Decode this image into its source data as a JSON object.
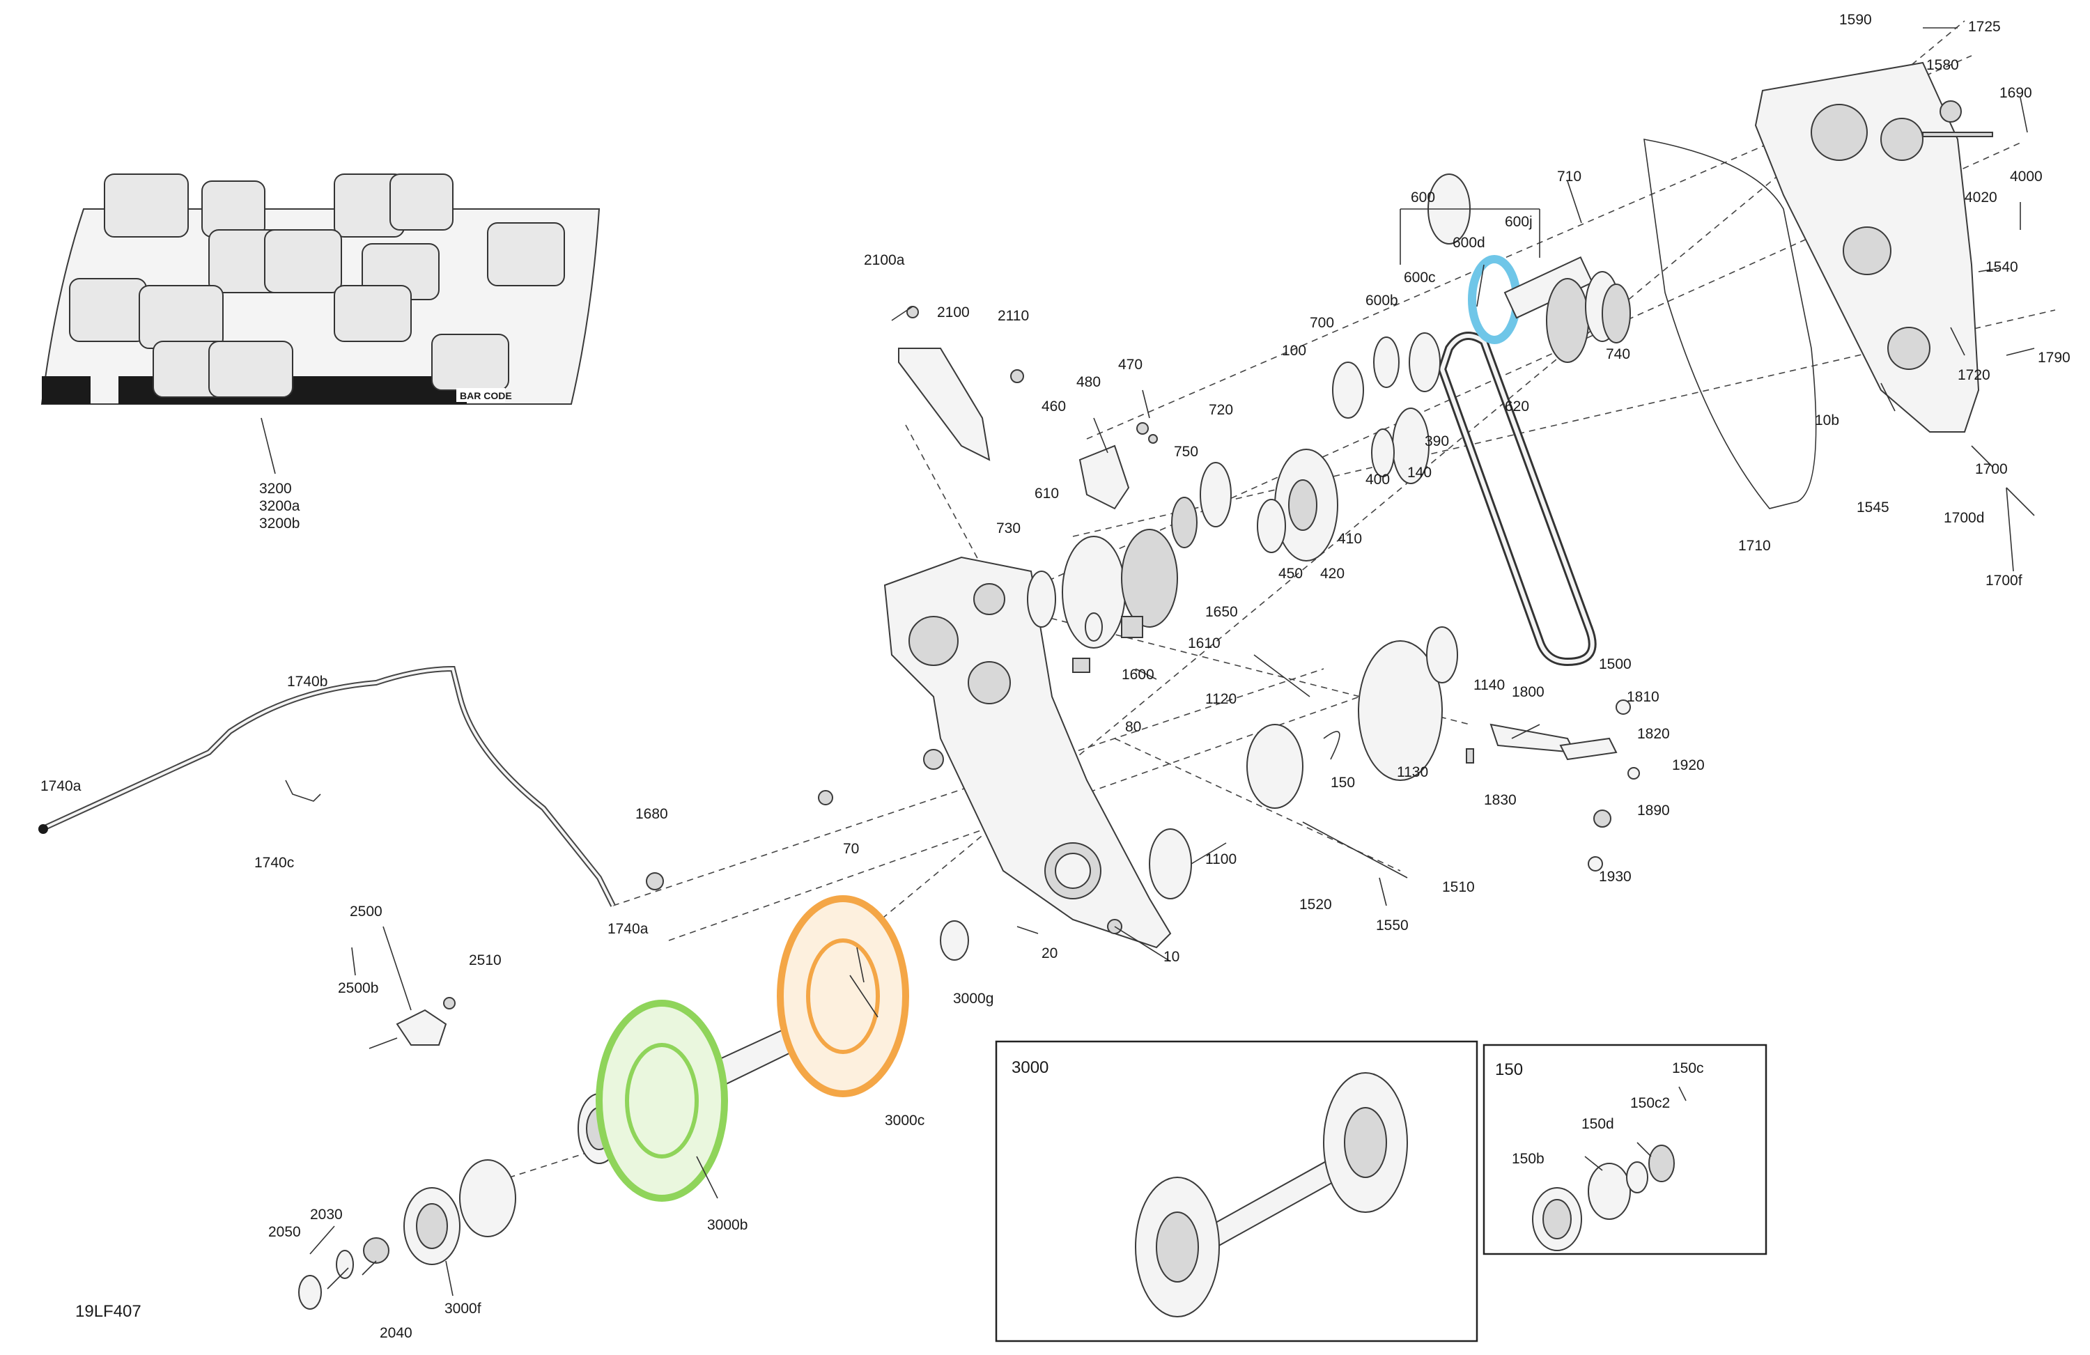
{
  "figure_id": "19LF407",
  "colors": {
    "highlight_green": "#8fd45a",
    "highlight_orange": "#f4a646",
    "highlight_blue": "#6fc6e8"
  },
  "callouts": [
    {
      "key": "c1590",
      "text": "1590"
    },
    {
      "key": "c1725",
      "text": "1725"
    },
    {
      "key": "c1580",
      "text": "1580"
    },
    {
      "key": "c1690",
      "text": "1690"
    },
    {
      "key": "c4000",
      "text": "4000"
    },
    {
      "key": "c4020",
      "text": "4020"
    },
    {
      "key": "c1540",
      "text": "1540"
    },
    {
      "key": "c1790",
      "text": "1790"
    },
    {
      "key": "c1720",
      "text": "1720"
    },
    {
      "key": "c10b",
      "text": "10b"
    },
    {
      "key": "c1700",
      "text": "1700"
    },
    {
      "key": "c1545",
      "text": "1545"
    },
    {
      "key": "c1700d",
      "text": "1700d"
    },
    {
      "key": "c1700f",
      "text": "1700f"
    },
    {
      "key": "c1710",
      "text": "1710"
    },
    {
      "key": "c710",
      "text": "710"
    },
    {
      "key": "c600",
      "text": "600"
    },
    {
      "key": "c600j",
      "text": "600j"
    },
    {
      "key": "c600d",
      "text": "600d"
    },
    {
      "key": "c600c",
      "text": "600c"
    },
    {
      "key": "c600b",
      "text": "600b"
    },
    {
      "key": "c700",
      "text": "700"
    },
    {
      "key": "c100",
      "text": "100"
    },
    {
      "key": "c740",
      "text": "740"
    },
    {
      "key": "c620",
      "text": "620"
    },
    {
      "key": "c390",
      "text": "390"
    },
    {
      "key": "c720",
      "text": "720"
    },
    {
      "key": "c750",
      "text": "750"
    },
    {
      "key": "c400",
      "text": "400"
    },
    {
      "key": "c140",
      "text": "140"
    },
    {
      "key": "c410",
      "text": "410"
    },
    {
      "key": "c450",
      "text": "450"
    },
    {
      "key": "c420",
      "text": "420"
    },
    {
      "key": "c2100a",
      "text": "2100a"
    },
    {
      "key": "c2100",
      "text": "2100"
    },
    {
      "key": "c2110",
      "text": "2110"
    },
    {
      "key": "c470",
      "text": "470"
    },
    {
      "key": "c480",
      "text": "480"
    },
    {
      "key": "c460",
      "text": "460"
    },
    {
      "key": "c610",
      "text": "610"
    },
    {
      "key": "c730",
      "text": "730"
    },
    {
      "key": "c1650",
      "text": "1650"
    },
    {
      "key": "c1610",
      "text": "1610"
    },
    {
      "key": "c1600",
      "text": "1600"
    },
    {
      "key": "c1500",
      "text": "1500"
    },
    {
      "key": "c1140",
      "text": "1140"
    },
    {
      "key": "c1120",
      "text": "1120"
    },
    {
      "key": "c1800",
      "text": "1800"
    },
    {
      "key": "c1810",
      "text": "1810"
    },
    {
      "key": "c1820",
      "text": "1820"
    },
    {
      "key": "c1920",
      "text": "1920"
    },
    {
      "key": "c1830",
      "text": "1830"
    },
    {
      "key": "c1890",
      "text": "1890"
    },
    {
      "key": "c1930",
      "text": "1930"
    },
    {
      "key": "c1130",
      "text": "1130"
    },
    {
      "key": "c150",
      "text": "150"
    },
    {
      "key": "c80",
      "text": "80"
    },
    {
      "key": "c70",
      "text": "70"
    },
    {
      "key": "c1100",
      "text": "1100"
    },
    {
      "key": "c1520",
      "text": "1520"
    },
    {
      "key": "c1510",
      "text": "1510"
    },
    {
      "key": "c1550",
      "text": "1550"
    },
    {
      "key": "c10",
      "text": "10"
    },
    {
      "key": "c20",
      "text": "20"
    },
    {
      "key": "c3200",
      "text": "3200"
    },
    {
      "key": "c3200a",
      "text": "3200a"
    },
    {
      "key": "c3200b",
      "text": "3200b"
    },
    {
      "key": "c1740b",
      "text": "1740b"
    },
    {
      "key": "c1740a_1",
      "text": "1740a"
    },
    {
      "key": "c1740c",
      "text": "1740c"
    },
    {
      "key": "c1680",
      "text": "1680"
    },
    {
      "key": "c1740a_2",
      "text": "1740a"
    },
    {
      "key": "c2500",
      "text": "2500"
    },
    {
      "key": "c2500b",
      "text": "2500b"
    },
    {
      "key": "c2510",
      "text": "2510"
    },
    {
      "key": "c3000g",
      "text": "3000g"
    },
    {
      "key": "c3000c",
      "text": "3000c"
    },
    {
      "key": "c3000b",
      "text": "3000b"
    },
    {
      "key": "c2050",
      "text": "2050"
    },
    {
      "key": "c2030",
      "text": "2030"
    },
    {
      "key": "c2040",
      "text": "2040"
    },
    {
      "key": "c3000f",
      "text": "3000f"
    }
  ],
  "inset_3000": {
    "title": "3000"
  },
  "inset_150": {
    "title": "150",
    "callouts": [
      {
        "key": "i150b",
        "text": "150b"
      },
      {
        "key": "i150d",
        "text": "150d"
      },
      {
        "key": "i150c2",
        "text": "150c2"
      },
      {
        "key": "i150c",
        "text": "150c"
      }
    ]
  },
  "track_labels": {
    "bar_code": "BAR CODE"
  }
}
